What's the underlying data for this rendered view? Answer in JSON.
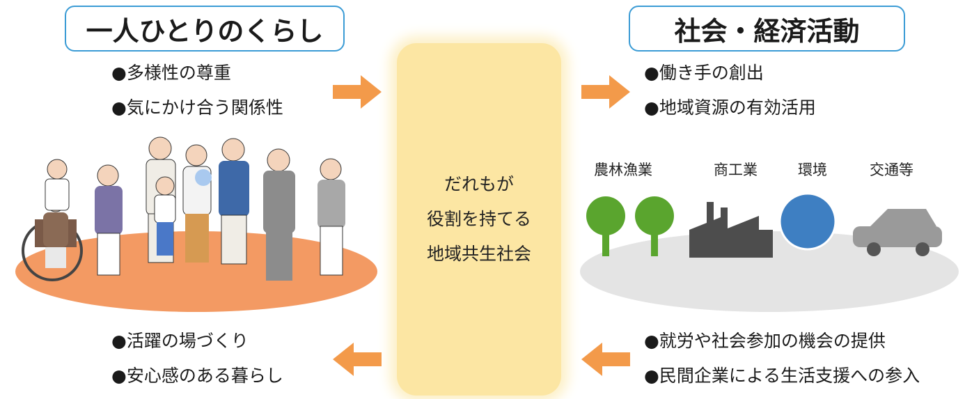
{
  "left": {
    "title": "一人ひとりのくらし",
    "top_bullets": [
      "●多様性の尊重",
      "●気にかけ合う関係性"
    ],
    "bottom_bullets": [
      "●活躍の場づくり",
      "●安心感のある暮らし"
    ]
  },
  "right": {
    "title": "社会・経済活動",
    "top_bullets": [
      "●働き手の創出",
      "●地域資源の有効活用"
    ],
    "categories": [
      "農林漁業",
      "商工業",
      "環境",
      "交通等"
    ],
    "bottom_bullets": [
      "●就労や社会参加の機会の提供",
      "●民間企業による生活支援への参入"
    ]
  },
  "center": {
    "lines": [
      "だれもが",
      "役割を持てる",
      "地域共生社会"
    ]
  },
  "colors": {
    "title_border": "#3a9bd5",
    "arrow": "#f39a4a",
    "center_panel": "#fce6a3",
    "people_ground": "#f39a63",
    "activity_ground": "#e4e4e4"
  }
}
